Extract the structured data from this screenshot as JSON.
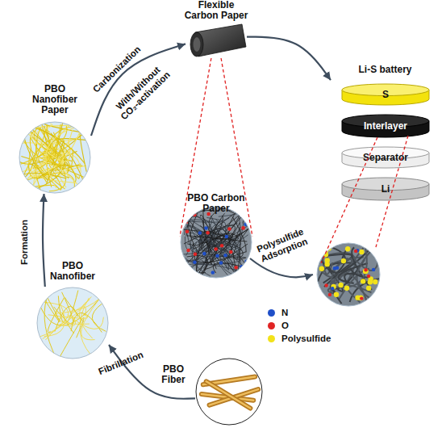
{
  "diagram": {
    "nodes": [
      {
        "text": [
          "Flexible Carbon Paper"
        ]
      },
      {
        "text": [
          "Li-S battery"
        ]
      },
      {
        "text": [
          "S"
        ],
        "in": 1
      },
      {
        "text": [
          "Interlayer"
        ],
        "in": 1
      },
      {
        "text": [
          "Separator"
        ],
        "in": 1
      },
      {
        "text": [
          "Li"
        ],
        "in": 1
      },
      {
        "text": [
          "PBO Nanofiber Paper"
        ]
      },
      {
        "text": [
          "PBO Carbon Paper"
        ]
      },
      {
        "text": [
          "PBO Nanofiber"
        ]
      },
      {
        "text": [
          "PBO Fiber"
        ]
      }
    ],
    "edges": [
      {
        "from": 9,
        "to": 8,
        "arrow": "to",
        "label": "Fibrillation"
      },
      {
        "from": 8,
        "to": 6,
        "arrow": "to",
        "label": "Formation"
      },
      {
        "from": 6,
        "to": 0,
        "arrow": "to",
        "label": "Carbonization"
      },
      {
        "from": 0,
        "to": 1,
        "arrow": "to"
      },
      {
        "from": 0,
        "to": 7,
        "arrow": "none"
      },
      {
        "from": 0,
        "to": 7,
        "arrow": "none"
      }
    ],
    "labels": [
      "With/Without CO₂-activation",
      "Polysulfide Adsorption"
    ],
    "legend": [
      {
        "text": "N",
        "color": "#1f4fc8"
      },
      {
        "text": "O",
        "color": "#e02424"
      },
      {
        "text": "Polysulfide",
        "color": "#f2e21a"
      }
    ]
  }
}
